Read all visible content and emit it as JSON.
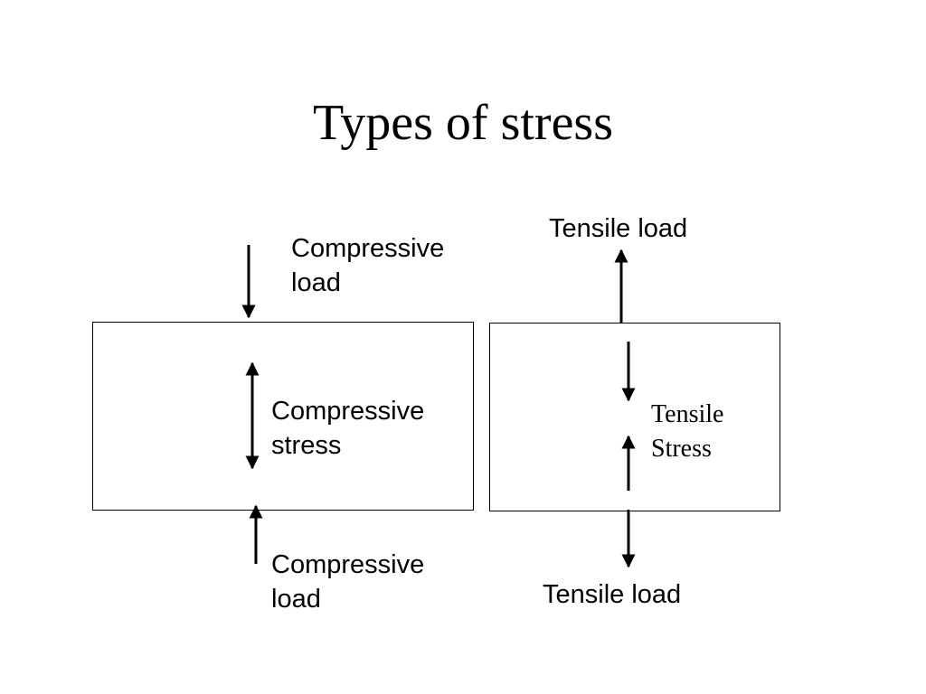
{
  "slide": {
    "title": "Types of stress"
  },
  "compressive": {
    "top_load": [
      "Compressive",
      "load"
    ],
    "stress": [
      "Compressive",
      "stress"
    ],
    "bottom_load": [
      "Compressive",
      "load"
    ]
  },
  "tensile": {
    "top_load": "Tensile load",
    "stress": [
      "Tensile",
      "Stress"
    ],
    "bottom_load": "Tensile load"
  }
}
